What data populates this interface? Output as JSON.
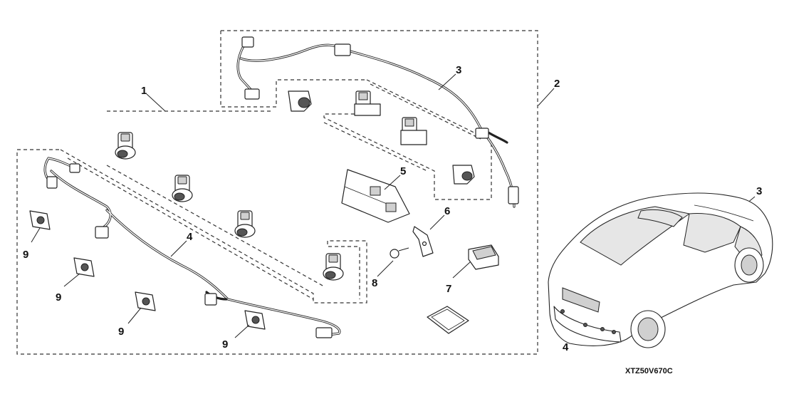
{
  "callouts": {
    "c1": "1",
    "c2": "2",
    "c3": "3",
    "c4": "4",
    "c5": "5",
    "c6": "6",
    "c7": "7",
    "c8": "8",
    "c9a": "9",
    "c9b": "9",
    "c9c": "9",
    "c9d": "9",
    "car3": "3",
    "car4": "4"
  },
  "diagram_code": "XTZ50V670C"
}
